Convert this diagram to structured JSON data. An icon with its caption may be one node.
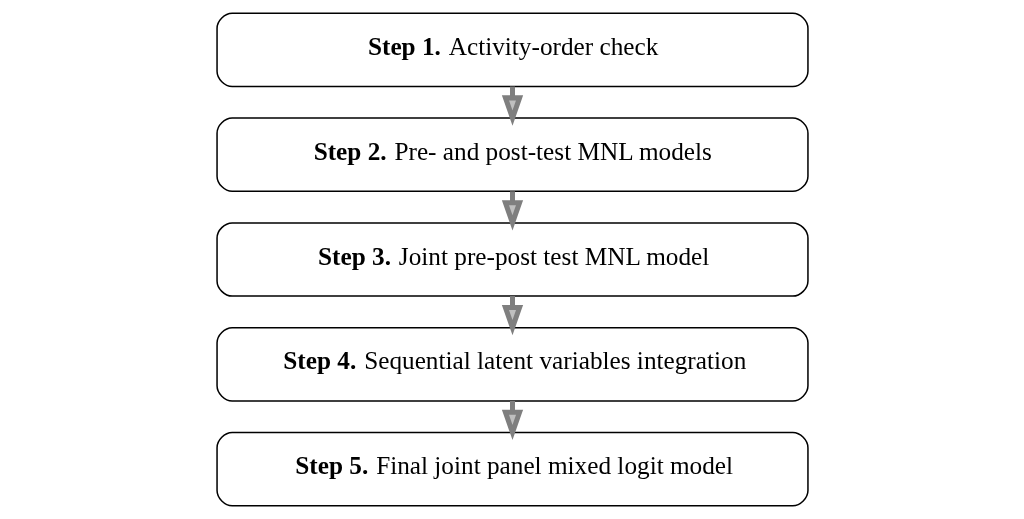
{
  "diagram": {
    "nodes": [
      {
        "text": [
          "**Step 1.** Activity-order check"
        ]
      },
      {
        "text": [
          "**Step 2.** Pre- and post-test MNL models"
        ]
      },
      {
        "text": [
          "**Step 3.** Joint pre-post test MNL model"
        ]
      },
      {
        "text": [
          "**Step 4.** Sequential latent variables integration"
        ]
      },
      {
        "text": [
          "**Step 5.** Final joint panel mixed logit model"
        ]
      }
    ],
    "edges": [
      {
        "from": 0,
        "to": 1,
        "arrow": "to"
      },
      {
        "from": 1,
        "to": 2,
        "arrow": "to"
      },
      {
        "from": 2,
        "to": 3,
        "arrow": "to"
      },
      {
        "from": 3,
        "to": 4,
        "arrow": "to"
      }
    ]
  }
}
